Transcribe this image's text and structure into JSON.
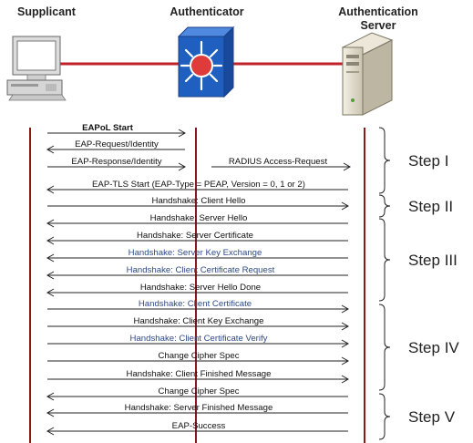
{
  "headers": {
    "supplicant": "Supplicant",
    "authenticator": "Authenticator",
    "auth_server_line1": "Authentication",
    "auth_server_line2": "Server"
  },
  "colors": {
    "lifeline": "#8b1a1a",
    "arrow": "#222222",
    "text_dark": "#111111",
    "text_blue": "#2e4a86",
    "brace": "#222222",
    "switch_blue": "#1f5fbf",
    "switch_red": "#d23a3a"
  },
  "icons": [
    "computer-icon",
    "switch-icon",
    "server-icon"
  ],
  "messages": [
    {
      "label": "EAPoL Start",
      "from": "supplicant",
      "to": "authenticator",
      "bold": true,
      "color": "dark"
    },
    {
      "label": "EAP-Request/Identity",
      "from": "authenticator",
      "to": "supplicant",
      "color": "dark"
    },
    {
      "label": "EAP-Response/Identity",
      "from": "supplicant",
      "to": "authenticator",
      "color": "dark"
    },
    {
      "label": "RADIUS Access-Request",
      "from": "authenticator",
      "to": "server",
      "color": "dark"
    },
    {
      "label": "EAP-TLS Start (EAP-Type = PEAP, Version = 0, 1 or 2)",
      "from": "server",
      "to": "supplicant",
      "color": "dark"
    },
    {
      "label": "Handshake: Client Hello",
      "from": "supplicant",
      "to": "server",
      "color": "dark"
    },
    {
      "label": "Handshake: Server Hello",
      "from": "server",
      "to": "supplicant",
      "color": "dark"
    },
    {
      "label": "Handshake: Server Certificate",
      "from": "server",
      "to": "supplicant",
      "color": "dark"
    },
    {
      "label": "Handshake: Server Key Exchange",
      "from": "server",
      "to": "supplicant",
      "color": "blue"
    },
    {
      "label": "Handshake: Client Certificate Request",
      "from": "server",
      "to": "supplicant",
      "color": "blue"
    },
    {
      "label": "Handshake: Server Hello Done",
      "from": "server",
      "to": "supplicant",
      "color": "dark"
    },
    {
      "label": "Handshake: Client Certificate",
      "from": "supplicant",
      "to": "server",
      "color": "blue"
    },
    {
      "label": "Handshake: Client Key Exchange",
      "from": "supplicant",
      "to": "server",
      "color": "dark"
    },
    {
      "label": "Handshake: Client Certificate Verify",
      "from": "supplicant",
      "to": "server",
      "color": "blue"
    },
    {
      "label": "Change Cipher Spec",
      "from": "supplicant",
      "to": "server",
      "color": "dark"
    },
    {
      "label": "Handshake: Client Finished Message",
      "from": "supplicant",
      "to": "server",
      "color": "dark"
    },
    {
      "label": "Change Cipher Spec",
      "from": "server",
      "to": "supplicant",
      "color": "dark"
    },
    {
      "label": "Handshake: Server Finished Message",
      "from": "server",
      "to": "supplicant",
      "color": "dark"
    },
    {
      "label": "EAP-Success",
      "from": "server",
      "to": "supplicant",
      "color": "dark"
    }
  ],
  "steps": [
    "Step I",
    "Step II",
    "Step III",
    "Step IV",
    "Step V"
  ]
}
